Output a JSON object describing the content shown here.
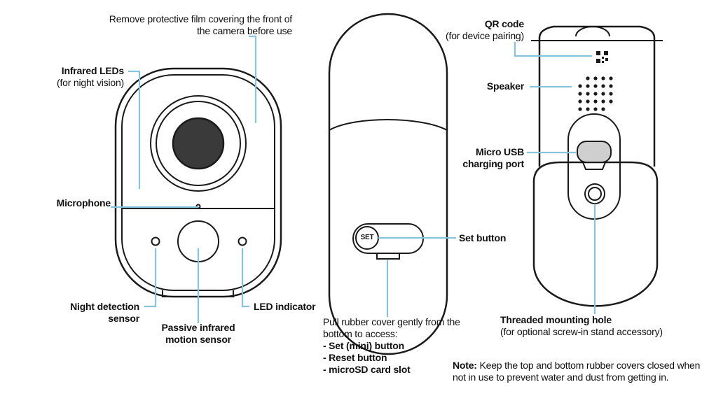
{
  "colors": {
    "outline": "#1a1a1a",
    "leader": "#86c3dc",
    "lens": "#3a3a3a",
    "text": "#111111"
  },
  "labels": {
    "film_line1": "Remove protective film covering the front of",
    "film_line2": "the camera before use",
    "infrared_title": "Infrared LEDs",
    "infrared_sub": "(for night vision)",
    "microphone": "Microphone",
    "night_line1": "Night detection",
    "night_line2": "sensor",
    "pir_line1": "Passive infrared",
    "pir_line2": "motion sensor",
    "led": "LED indicator",
    "set_button": "Set button",
    "set_icon_text": "SET",
    "pull_line1": "Pull rubber cover gently from the",
    "pull_line2": "bottom to access:",
    "pull_item1": "- Set (mini) button",
    "pull_item2": "- Reset button",
    "pull_item3": "- microSD card slot",
    "qr_title": "QR code",
    "qr_sub": "(for device pairing)",
    "speaker": "Speaker",
    "usb_line1": "Micro USB",
    "usb_line2": "charging port",
    "mount_title": "Threaded mounting hole",
    "mount_sub": "(for optional screw-in stand accessory)",
    "note_label": "Note:",
    "note_line1": "Keep the top and bottom rubber covers closed when",
    "note_line2": "not in use to prevent water and dust from getting in."
  }
}
